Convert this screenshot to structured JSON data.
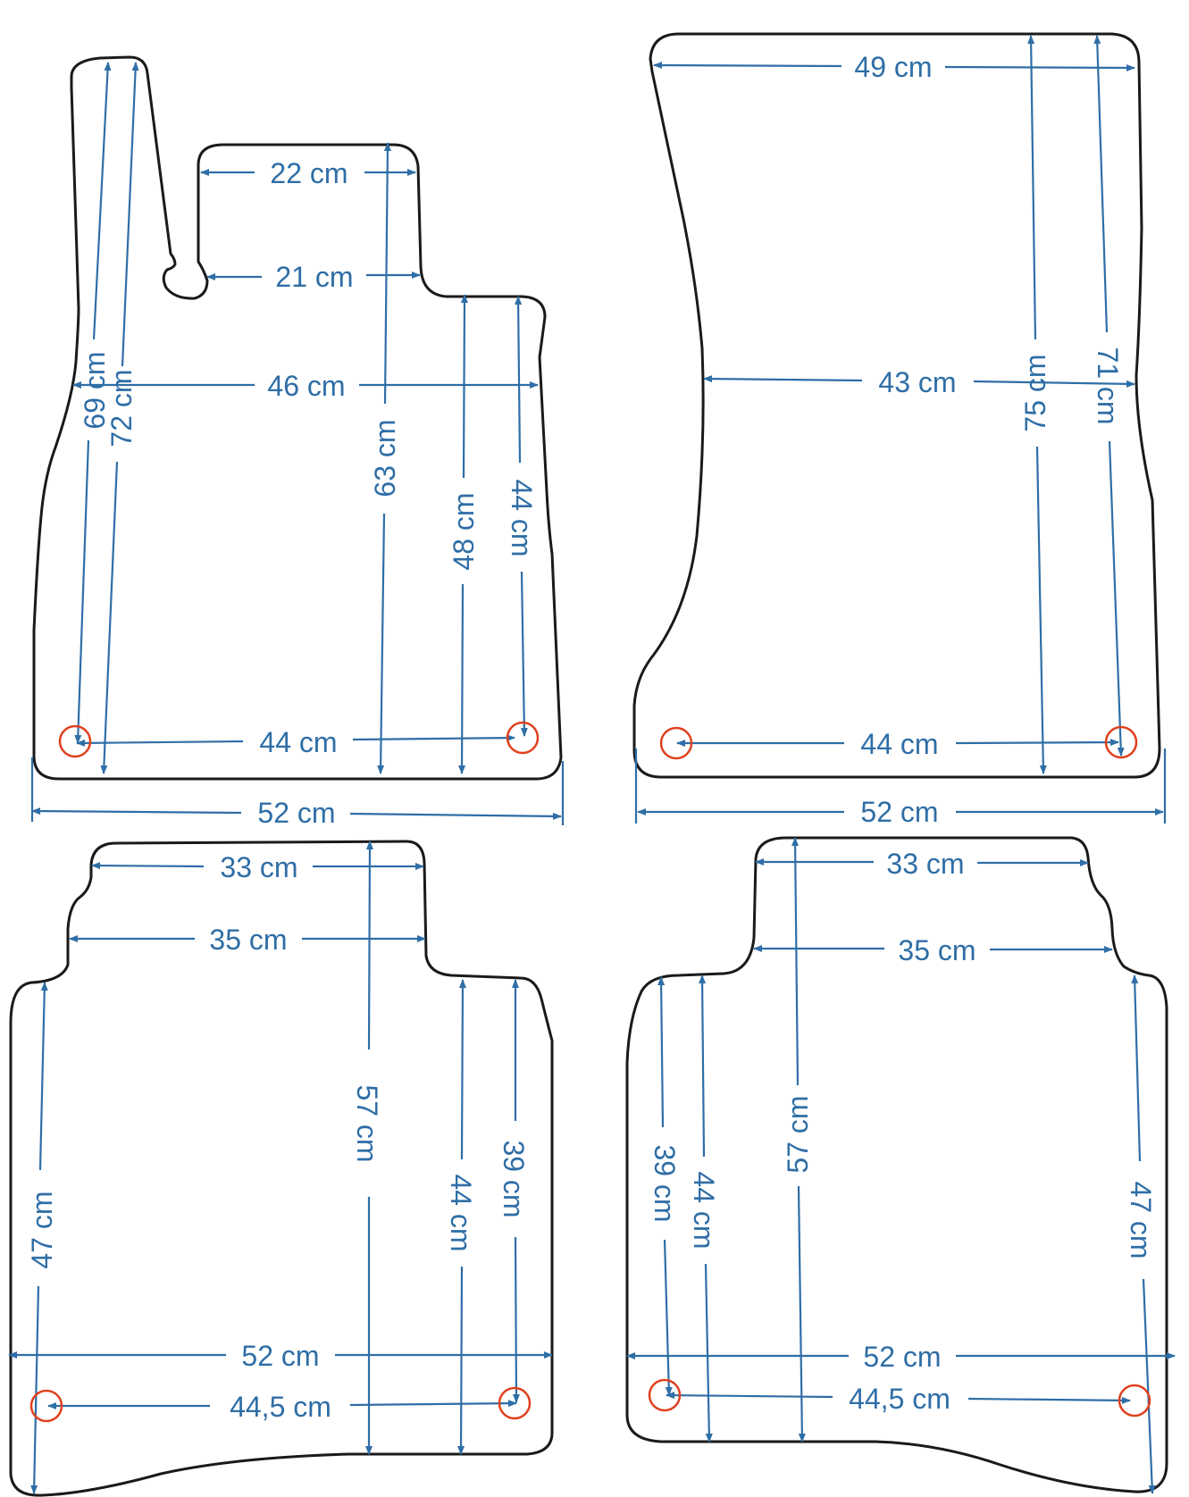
{
  "colors": {
    "dimension": "#2f6ea6",
    "outline": "#1a1a1a",
    "fixing_hole": "#e0401e",
    "background": "#ffffff"
  },
  "mats": {
    "front_left": {
      "d69": "69 cm",
      "d72": "72 cm",
      "d22": "22 cm",
      "d21": "21 cm",
      "d46": "46 cm",
      "d63": "63 cm",
      "d48": "48 cm",
      "d44v": "44 cm",
      "d44h": "44 cm",
      "d52": "52 cm"
    },
    "front_right": {
      "d49": "49 cm",
      "d75": "75 cm",
      "d71": "71 cm",
      "d43": "43 cm",
      "d44": "44 cm",
      "d52": "52 cm"
    },
    "rear_left": {
      "d33": "33 cm",
      "d35": "35 cm",
      "d47": "47 cm",
      "d57": "57 cm",
      "d44": "44 cm",
      "d39": "39 cm",
      "d52": "52 cm",
      "d445": "44,5 cm"
    },
    "rear_right": {
      "d33": "33 cm",
      "d35": "35 cm",
      "d39": "39 cm",
      "d44": "44 cm",
      "d57": "57 cm",
      "d47": "47 cm",
      "d52": "52 cm",
      "d445": "44,5 cm"
    }
  }
}
